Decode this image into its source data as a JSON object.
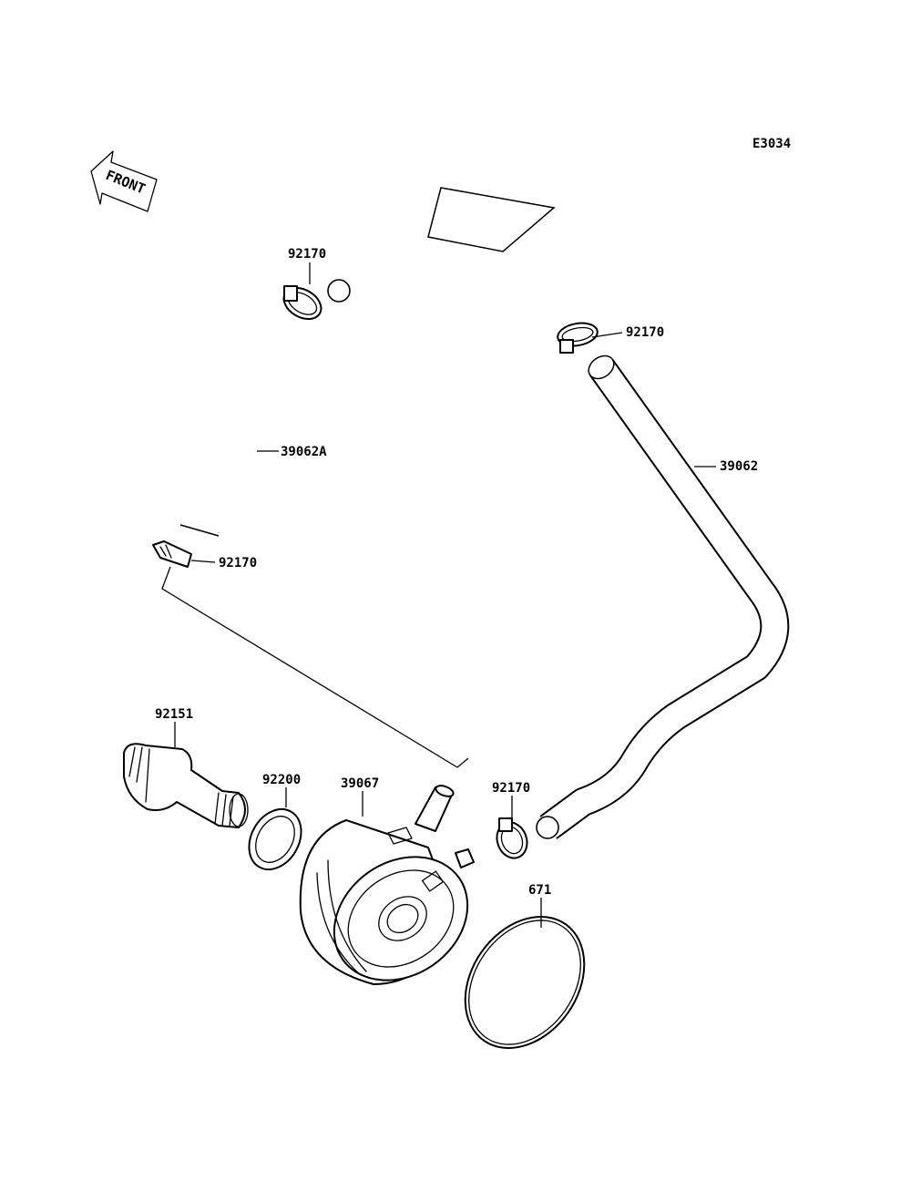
{
  "diagram": {
    "code": "E3034",
    "front_arrow_text": "FRONT",
    "labels": {
      "clamp_upper_left": "92170",
      "clamp_upper_right": "92170",
      "hose_a": "39062A",
      "hose": "39062",
      "clamp_pin": "92170",
      "fitting": "92151",
      "washer": "92200",
      "cooler": "39067",
      "clamp_lower": "92170",
      "oring": "671"
    }
  }
}
